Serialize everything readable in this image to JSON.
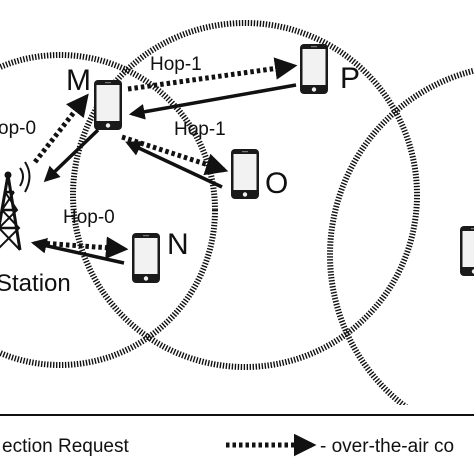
{
  "nodes": {
    "m": "M",
    "p": "P",
    "o": "O",
    "n": "N",
    "station": "Station"
  },
  "hops": {
    "m_to_p": "Hop-1",
    "m_to_o": "Hop-1",
    "station_to_m": "op-0",
    "station_to_n": "Hop-0"
  },
  "legend": {
    "solid_label": "ection Request",
    "dotted_label": "- over-the-air co"
  },
  "colors": {
    "stroke": "#111111",
    "phone_body": "#1a1a1a",
    "phone_screen": "#f2f2f2",
    "background": "#ffffff"
  }
}
